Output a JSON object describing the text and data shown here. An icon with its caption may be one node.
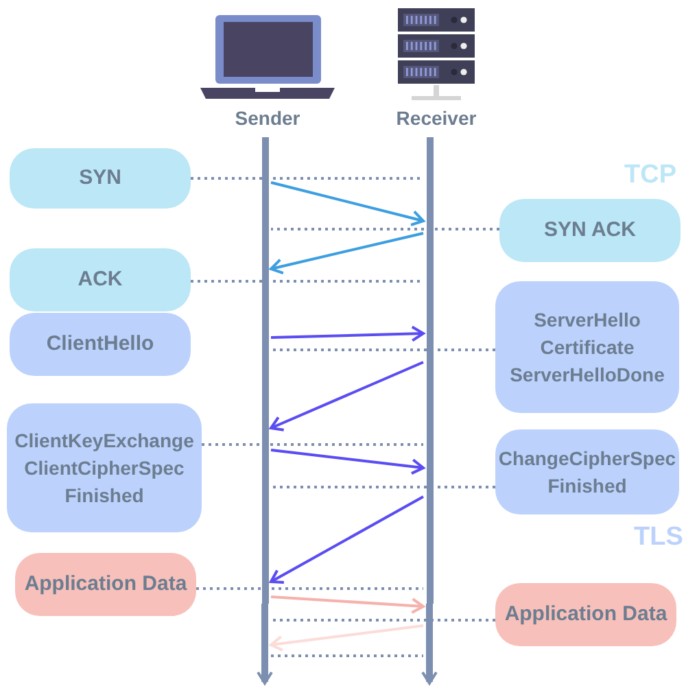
{
  "diagram": {
    "nodes": [
      {
        "text": [
          "Sender"
        ]
      },
      {
        "text": [
          "Receiver"
        ]
      },
      {
        "text": [],
        "shape": "bar"
      },
      {
        "text": [],
        "shape": "bar"
      },
      {
        "text": [
          "SYN"
        ]
      },
      {
        "text": [
          "SYN ACK"
        ]
      },
      {
        "text": [
          "ACK"
        ]
      },
      {
        "text": [
          "ClientHello"
        ]
      },
      {
        "text": [
          "ServerHello",
          "Certificate",
          "ServerHelloDone"
        ]
      },
      {
        "text": [
          "ClientKeyExchange",
          "ClientCipherSpec",
          "Finished"
        ]
      },
      {
        "text": [
          "ChangeCipherSpec",
          "Finished"
        ]
      },
      {
        "text": [
          "Application Data"
        ]
      },
      {
        "text": [
          "Application Data"
        ]
      }
    ],
    "edges": [
      {
        "from": 4,
        "to": 3,
        "arrow": "none",
        "style": "dashed"
      },
      {
        "from": 2,
        "to": 3,
        "arrow": "to",
        "color": "#3d9fe0"
      },
      {
        "from": 5,
        "to": 2,
        "arrow": "none",
        "style": "dashed"
      },
      {
        "from": 3,
        "to": 2,
        "arrow": "to",
        "color": "#3d9fe0"
      },
      {
        "from": 6,
        "to": 3,
        "arrow": "none",
        "style": "dashed"
      },
      {
        "from": 2,
        "to": 3,
        "arrow": "to",
        "color": "#5a4df2"
      },
      {
        "from": 8,
        "to": 2,
        "arrow": "none",
        "style": "dashed"
      },
      {
        "from": 3,
        "to": 2,
        "arrow": "to",
        "color": "#5a4df2"
      },
      {
        "from": 9,
        "to": 3,
        "arrow": "none",
        "style": "dashed"
      },
      {
        "from": 2,
        "to": 3,
        "arrow": "to",
        "color": "#5a4df2"
      },
      {
        "from": 10,
        "to": 2,
        "arrow": "none",
        "style": "dashed"
      },
      {
        "from": 3,
        "to": 2,
        "arrow": "to",
        "color": "#5a4df2"
      },
      {
        "from": 11,
        "to": 3,
        "arrow": "none",
        "style": "dashed"
      },
      {
        "from": 2,
        "to": 3,
        "arrow": "to",
        "color": "#f5b2ab"
      },
      {
        "from": 12,
        "to": 2,
        "arrow": "none",
        "style": "dashed"
      },
      {
        "from": 3,
        "to": 2,
        "arrow": "to",
        "color": "#fcdcd8"
      },
      {
        "from": 2,
        "to": 3,
        "arrow": "none",
        "style": "dashed"
      },
      {
        "from": 2,
        "to": null,
        "arrow": "to",
        "style": "thick"
      },
      {
        "from": 3,
        "to": null,
        "arrow": "to",
        "style": "thick"
      }
    ],
    "labels": [
      "TCP",
      "TLS"
    ]
  }
}
